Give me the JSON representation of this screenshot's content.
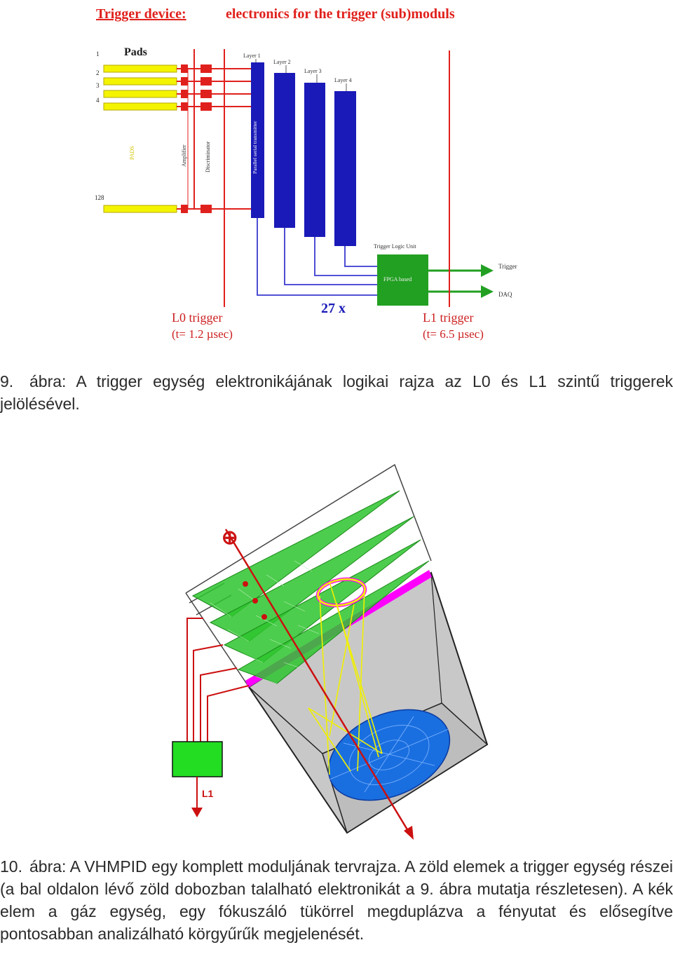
{
  "figure1": {
    "title_left": "Trigger device:",
    "title_right": "electronics for the trigger (sub)moduls",
    "pads_label": "Pads",
    "pad_numbers": [
      "1",
      "2",
      "3",
      "4",
      "128"
    ],
    "pads_vertical": "PADS",
    "amplifier": "Amplifier",
    "discriminator": "Discriminator",
    "layers": [
      "Layer 1",
      "Layer 2",
      "Layer 3",
      "Layer 4"
    ],
    "parallel_serial": "Parallel serial transmitter",
    "tlu_label": "Trigger Logic Unit",
    "fpga": "FPGA based",
    "out_trigger": "Trigger",
    "out_daq": "DAQ",
    "count": "27 x",
    "l0_line1": "L0 trigger",
    "l0_line2": "(t= 1.2 µsec)",
    "l1_line1": "L1 trigger",
    "l1_line2": "(t= 6.5 µsec)",
    "colors": {
      "title": "#e0201c",
      "pads": "#f4f400",
      "layers": "#1a1ab8",
      "fpga": "#22a022",
      "lines": "#e0201c",
      "trigger_labels": "#cc2020"
    }
  },
  "caption1": {
    "number": "9.",
    "text": "ábra: A trigger egység elektronikájának logikai rajza az L0 és L1 szintű triggerek jelölésével."
  },
  "figure2": {
    "plus_symbol": "⊕",
    "l1_label": "L1",
    "colors": {
      "planes": "#2ec42e",
      "magenta": "#ff00ff",
      "box": "#c8c8c8",
      "mirror": "#1a6fe0",
      "rays": "#f0f000",
      "track": "#cc1010",
      "box_green": "#22dd22"
    }
  },
  "caption2": {
    "number": "10.",
    "text": "ábra: A VHMPID egy komplett moduljának tervrajza. A zöld elemek a trigger egység részei (a bal oldalon lévő zöld dobozban talalható elektronikát a 9. ábra mutatja részletesen). A kék elem a gáz egység, egy fókuszáló tükörrel megduplázva a fényutat és elősegítve pontosabban analizálható körgyűrűk megjelenését."
  }
}
